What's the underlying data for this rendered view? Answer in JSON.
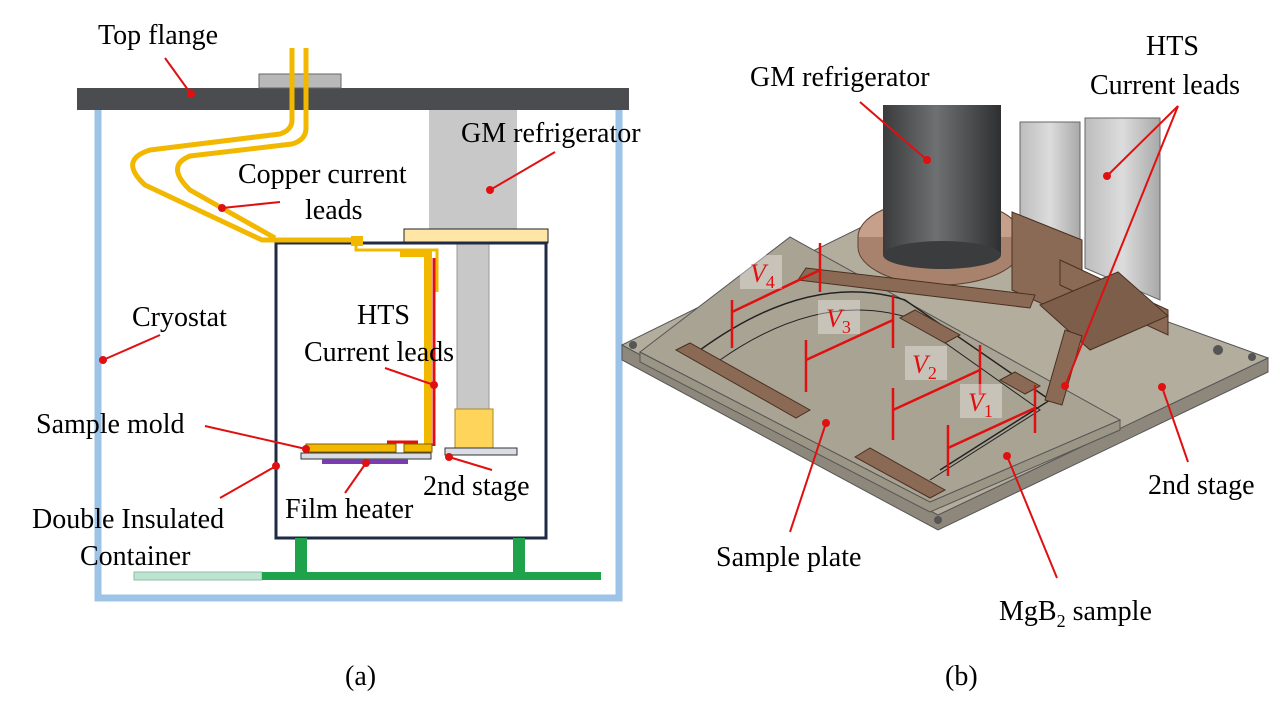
{
  "panel_a": {
    "top_flange": "Top flange",
    "gm_refrigerator": "GM refrigerator",
    "copper_leads_1": "Copper current",
    "copper_leads_2": "leads",
    "cryostat": "Cryostat",
    "hts_1": "HTS",
    "hts_2": "Current leads",
    "sample_mold": "Sample mold",
    "double_insulated_1": "Double Insulated",
    "double_insulated_2": "Container",
    "film_heater": "Film heater",
    "second_stage": "2nd stage",
    "caption": "(a)"
  },
  "panel_b": {
    "gm_refrigerator": "GM refrigerator",
    "hts_1": "HTS",
    "hts_2": "Current leads",
    "v4": "V",
    "v4_sub": "4",
    "v3": "V",
    "v3_sub": "3",
    "v2": "V",
    "v2_sub": "2",
    "v1": "V",
    "v1_sub": "1",
    "second_stage": "2nd stage",
    "sample_plate": "Sample plate",
    "mgb2_a": "MgB",
    "mgb2_sub": "2",
    "mgb2_b": " sample",
    "caption": "(b)"
  },
  "colors": {
    "cryostat": "#9dc3e6",
    "flange": "#4a4c50",
    "copper": "#f2b800",
    "hts_red": "#e01010",
    "base_green": "#1fa34a",
    "refrigerator": "#c8c8c8",
    "plate": "#a9a394",
    "bronze": "#8a6a55"
  }
}
